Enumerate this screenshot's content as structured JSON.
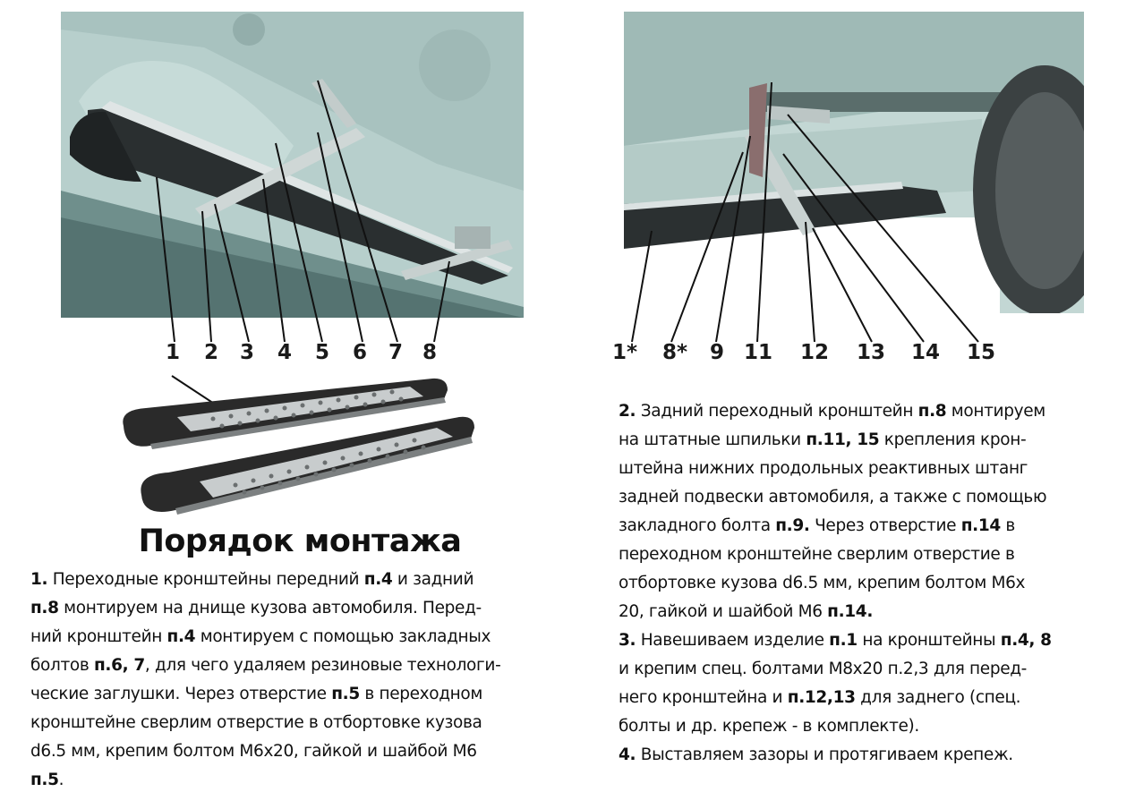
{
  "photo_left": {
    "labels": [
      "1",
      "2",
      "3",
      "4",
      "5",
      "6",
      "7",
      "8"
    ]
  },
  "photo_right": {
    "labels": [
      "1*",
      "8*",
      "9",
      "11",
      "12",
      "13",
      "14",
      "15"
    ]
  },
  "title": "Порядок монтажа",
  "step1": {
    "lines": [
      [
        {
          "b": "1."
        },
        {
          "t": " Переходные кронштейны передний "
        },
        {
          "b": "п.4"
        },
        {
          "t": " и задний"
        }
      ],
      [
        {
          "b": "п.8"
        },
        {
          "t": " монтируем на днище кузова автомобиля. Перед-"
        }
      ],
      [
        {
          "t": "ний кронштейн "
        },
        {
          "b": "п.4"
        },
        {
          "t": " монтируем с помощью закладных"
        }
      ],
      [
        {
          "t": "болтов "
        },
        {
          "b": "п.6, 7"
        },
        {
          "t": ", для чего удаляем резиновые технологи-"
        }
      ],
      [
        {
          "t": "ческие заглушки.  Через отверстие "
        },
        {
          "b": "п.5"
        },
        {
          "t": " в переходном"
        }
      ],
      [
        {
          "t": "кронштейне  сверлим отверстие в отбортовке кузова"
        }
      ],
      [
        {
          "t": "d6.5 мм, крепим болтом М6х20,  гайкой  и шайбой М6"
        }
      ],
      [
        {
          "b": "п.5"
        },
        {
          "t": "."
        }
      ]
    ]
  },
  "steps_right": {
    "lines": [
      [
        {
          "b": "2."
        },
        {
          "t": " Задний переходный кронштейн "
        },
        {
          "b": "п.8"
        },
        {
          "t": " монтируем"
        }
      ],
      [
        {
          "t": "на штатные шпильки "
        },
        {
          "b": "п.11, 15"
        },
        {
          "t": " крепления крон-"
        }
      ],
      [
        {
          "t": "штейна нижних продольных реактивных штанг"
        }
      ],
      [
        {
          "t": "задней подвески автомобиля, а также с помощью"
        }
      ],
      [
        {
          "t": "закладного болта "
        },
        {
          "b": "п.9."
        },
        {
          "t": "  Через отверстие "
        },
        {
          "b": "п.14"
        },
        {
          "t": " в"
        }
      ],
      [
        {
          "t": "переходном кронштейне  сверлим отверстие в"
        }
      ],
      [
        {
          "t": "отбортовке кузова d6.5 мм, крепим болтом М6х"
        }
      ],
      [
        {
          "t": "20,  гайкой  и шайбой М6 "
        },
        {
          "b": "п.14."
        }
      ],
      [
        {
          "b": "3."
        },
        {
          "t": " Навешиваем изделие "
        },
        {
          "b": "п.1"
        },
        {
          "t": " на кронштейны "
        },
        {
          "b": "п.4, 8"
        }
      ],
      [
        {
          "t": "и крепим спец. болтами  М8х20 п.2,3   для перед-"
        }
      ],
      [
        {
          "t": "него кронштейна и "
        },
        {
          "b": "п.12,13"
        },
        {
          "t": " для заднего (спец."
        }
      ],
      [
        {
          "t": "болты  и др. крепеж  - в комплекте)."
        }
      ],
      [
        {
          "b": "4."
        },
        {
          "t": " Выставляем зазоры и протягиваем крепеж."
        }
      ]
    ]
  }
}
